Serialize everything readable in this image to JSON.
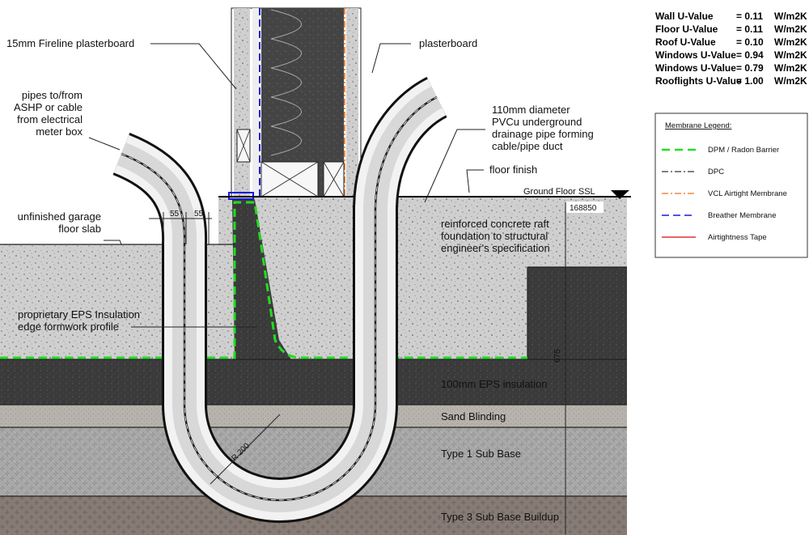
{
  "u_values": [
    {
      "name": "Wall U-Value",
      "value": "= 0.11",
      "unit": "W/m2K"
    },
    {
      "name": "Floor U-Value",
      "value": "= 0.11",
      "unit": "W/m2K"
    },
    {
      "name": "Roof U-Value",
      "value": "= 0.10",
      "unit": "W/m2K"
    },
    {
      "name": "Windows U-Value",
      "value": "= 0.94",
      "unit": "W/m2K ("
    },
    {
      "name": "Windows U-Value",
      "value": "= 0.79",
      "unit": "W/m2K ("
    },
    {
      "name": "Rooflights U-Value",
      "value": "= 1.00",
      "unit": "W/m2K"
    }
  ],
  "legend": {
    "title": "Membrane Legend:",
    "items": [
      {
        "label": "DPM / Radon Barrier",
        "color": "#22dd22",
        "dash": "10,6"
      },
      {
        "label": "DPC",
        "color": "#555555",
        "dash": "8,3,2,3"
      },
      {
        "label": "VCL Airtight Membrane",
        "color": "#f08a40",
        "dash": "8,3,2,3"
      },
      {
        "label": "Breather Membrane",
        "color": "#1a1ad8",
        "dash": "9,5"
      },
      {
        "label": "Airtightness Tape",
        "color": "#e03030",
        "dash": ""
      }
    ]
  },
  "labels": {
    "fireline": "15mm Fireline plasterboard",
    "plasterboard": "plasterboard",
    "pipes": [
      "pipes to/from",
      "ASHP or cable",
      "from electrical",
      "meter box"
    ],
    "pvcu": [
      "110mm diameter",
      "PVCu underground",
      "drainage pipe forming",
      "cable/pipe duct"
    ],
    "floor_finish": "floor finish",
    "ground_floor": "Ground Floor SSL",
    "level": "168850",
    "garage": [
      "unfinished garage",
      "floor slab"
    ],
    "raft": [
      "reinforced concrete raft",
      "foundation to structural",
      "engineer's specification"
    ],
    "eps_profile": [
      "proprietary EPS Insulation",
      "edge formwork profile"
    ],
    "eps_layer": "100mm EPS insulation",
    "sand": "Sand Blinding",
    "type1": "Type 1 Sub Base",
    "type3": "Type 3 Sub Base Buildup",
    "dim_55a": "55",
    "dim_55b": "55",
    "dim_675": "675",
    "radius": "R 200"
  },
  "colors": {
    "concrete": "#c9c9c9",
    "eps": "#3b3b3b",
    "sand": "#b5b0a9",
    "type1": "#a6a6a6",
    "type3": "#877c75"
  }
}
